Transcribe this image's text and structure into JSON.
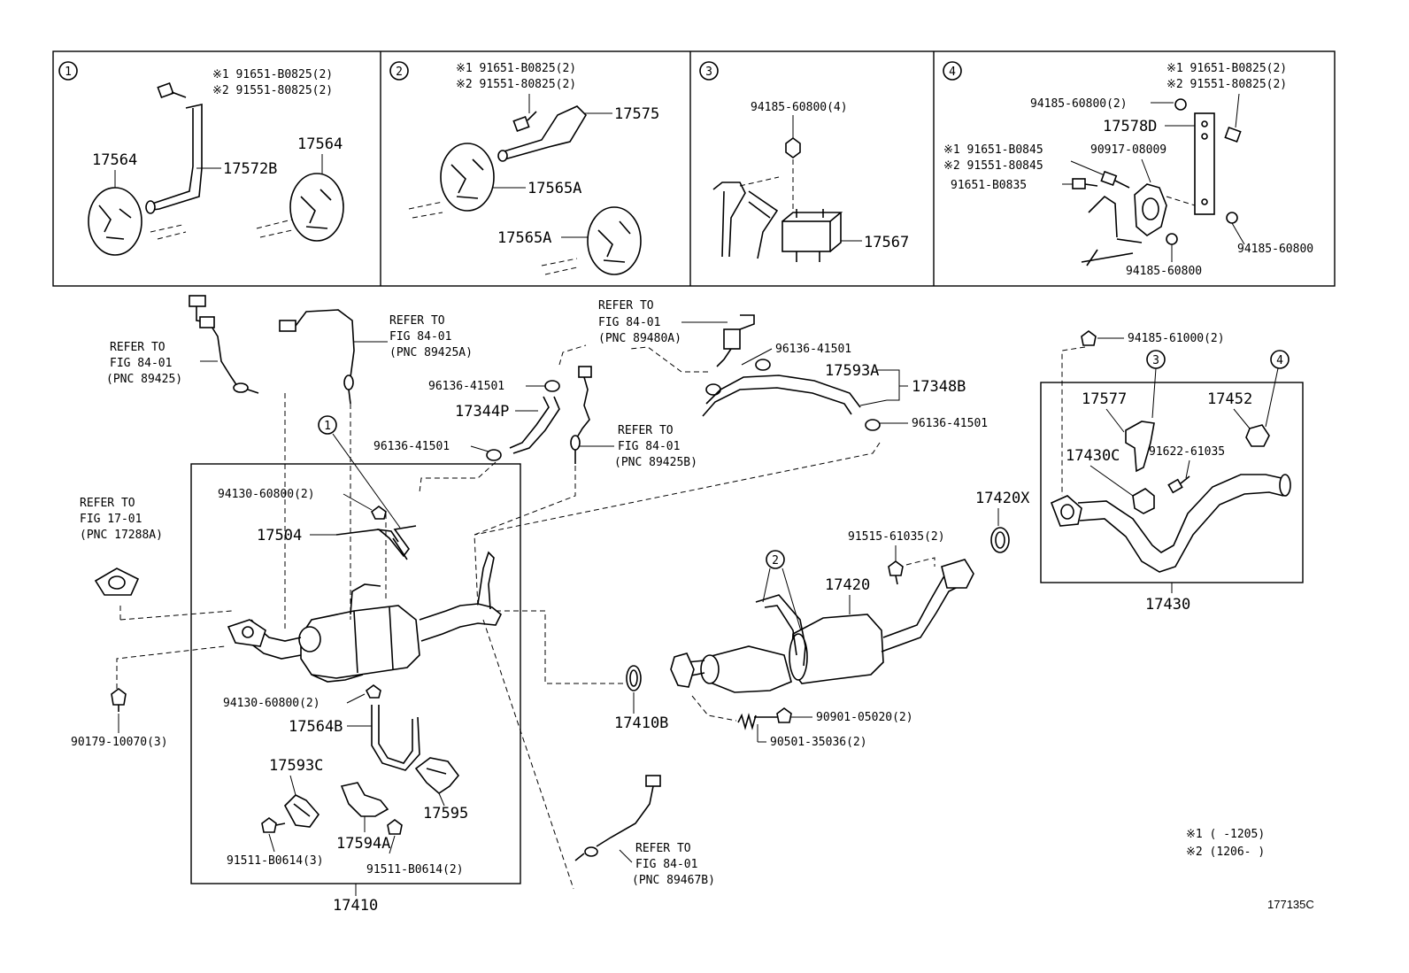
{
  "panels": {
    "p1": {
      "num": "1",
      "note1": "※1 91651-B0825(2)",
      "note2": "※2 91551-80825(2)",
      "left": "17564",
      "bracket": "17572B",
      "right": "17564"
    },
    "p2": {
      "num": "2",
      "note1": "※1 91651-B0825(2)",
      "note2": "※2 91551-80825(2)",
      "bracket": "17575",
      "upper": "17565A",
      "lower": "17565A"
    },
    "p3": {
      "num": "3",
      "nut": "94185-60800(4)",
      "mount": "17567"
    },
    "p4": {
      "num": "4",
      "note1": "※1 91651-B0825(2)",
      "note2": "※2 91551-80825(2)",
      "nut_top": "94185-60800(2)",
      "bracket": "17578D",
      "note3": "※1 91651-B0845",
      "note4": "※2 91551-80845",
      "mount": "90917-08009",
      "bolt": "91651-B0835",
      "nut_right": "94185-60800",
      "nut_bottom": "94185-60800"
    }
  },
  "refs": {
    "a": {
      "l1": "REFER TO",
      "l2": "FIG 84-01",
      "l3": "(PNC 89425)"
    },
    "b": {
      "l1": "REFER TO",
      "l2": "FIG 84-01",
      "l3": "(PNC 89425A)"
    },
    "c": {
      "l1": "REFER TO",
      "l2": "FIG 84-01",
      "l3": "(PNC 89480A)"
    },
    "d": {
      "l1": "REFER TO",
      "l2": "FIG 84-01",
      "l3": "(PNC 89425B)"
    },
    "e": {
      "l1": "REFER TO",
      "l2": "FIG 17-01",
      "l3": "(PNC 17288A)"
    },
    "f": {
      "l1": "REFER TO",
      "l2": "FIG 84-01",
      "l3": "(PNC 89467B)"
    }
  },
  "labels": {
    "clamp1": "96136-41501",
    "clamp2": "96136-41501",
    "clamp3": "96136-41501",
    "clamp4": "96136-41501",
    "hose_a": "17344P",
    "hose_b": "17593A",
    "hose_c": "17348B",
    "nut_top": "94130-60800(2)",
    "bracket": "17504",
    "nut_low": "94130-60800(2)",
    "stud_nut": "90179-10070(3)",
    "bracket_b": "17564B",
    "heat_a": "17593C",
    "heat_b": "17594A",
    "heat_c": "17595",
    "bolt_a": "91511-B0614(3)",
    "bolt_b": "91511-B0614(2)",
    "assy": "17410",
    "gasket_a": "17410B",
    "bolt_c": "91515-61035(2)",
    "muffler": "17420",
    "gasket_b": "17420X",
    "bolt_d": "90901-05020(2)",
    "spring": "90501-35036(2)",
    "nut_tail": "94185-61000(2)",
    "hanger_a": "17577",
    "hanger_b": "17452",
    "clamp_tail": "17430C",
    "bolt_tail": "91622-61035",
    "tailpipe": "17430"
  },
  "callouts": {
    "c1": "1",
    "c2": "2",
    "c3": "3",
    "c4": "4"
  },
  "footnotes": {
    "f1": "※1 (     -1205)",
    "f2": "※2 (1206-     )",
    "code": "177135C"
  }
}
